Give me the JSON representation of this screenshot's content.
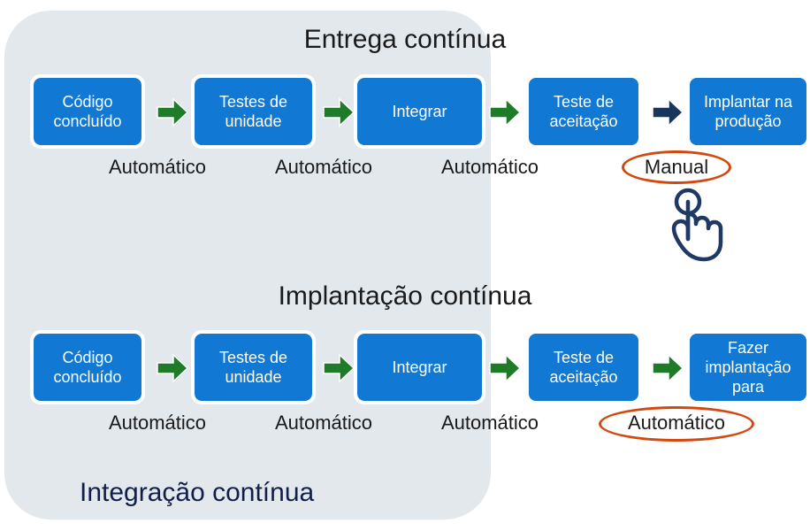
{
  "diagram": {
    "title_continuous_delivery": "Entrega contínua",
    "title_continuous_deployment": "Implantação contínua",
    "label_continuous_integration": "Integração contínua",
    "colors": {
      "panel_background": "#E3E8EC",
      "stage_box": "#1179D3",
      "arrow_auto": "#1E7B28",
      "arrow_manual": "#17365D",
      "highlight_ellipse": "#D2490F",
      "ci_label_text": "#10204B",
      "title_text": "#1A1A1A",
      "stage_text": "#FFFFFF"
    }
  },
  "pipelines": [
    {
      "name": "continuous-delivery",
      "stages": [
        {
          "line1": "Código",
          "line2": "concluído"
        },
        {
          "line1": "Testes de",
          "line2": "unidade"
        },
        {
          "line1": "Integrar",
          "line2": ""
        },
        {
          "line1": "Teste de",
          "line2": "aceitação"
        },
        {
          "line1": "Implantar na",
          "line2": "produção"
        }
      ],
      "arrows": [
        {
          "icon": "arrow-right-icon",
          "mode": "auto"
        },
        {
          "icon": "arrow-right-icon",
          "mode": "auto"
        },
        {
          "icon": "arrow-right-icon",
          "mode": "auto"
        },
        {
          "icon": "arrow-right-icon",
          "mode": "manual"
        }
      ],
      "captions": [
        {
          "text": "Automático",
          "highlighted": false
        },
        {
          "text": "Automático",
          "highlighted": false
        },
        {
          "text": "Automático",
          "highlighted": false
        },
        {
          "text": "Manual",
          "highlighted": true
        }
      ]
    },
    {
      "name": "continuous-deployment",
      "stages": [
        {
          "line1": "Código",
          "line2": "concluído"
        },
        {
          "line1": "Testes de",
          "line2": "unidade"
        },
        {
          "line1": "Integrar",
          "line2": ""
        },
        {
          "line1": "Teste de",
          "line2": "aceitação"
        },
        {
          "line1": "Fazer implantação",
          "line2": "para"
        }
      ],
      "arrows": [
        {
          "icon": "arrow-right-icon",
          "mode": "auto"
        },
        {
          "icon": "arrow-right-icon",
          "mode": "auto"
        },
        {
          "icon": "arrow-right-icon",
          "mode": "auto"
        },
        {
          "icon": "arrow-right-icon",
          "mode": "auto"
        }
      ],
      "captions": [
        {
          "text": "Automático",
          "highlighted": false
        },
        {
          "text": "Automático",
          "highlighted": false
        },
        {
          "text": "Automático",
          "highlighted": false
        },
        {
          "text": "Automático",
          "highlighted": true
        }
      ]
    }
  ],
  "icons": {
    "tap_hand": "tap-hand-icon"
  }
}
